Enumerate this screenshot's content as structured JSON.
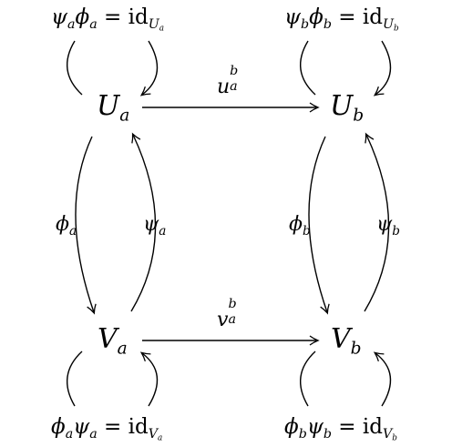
{
  "nodes": {
    "Ua": {
      "base": "U",
      "sub": "a"
    },
    "Ub": {
      "base": "U",
      "sub": "b"
    },
    "Va": {
      "base": "V",
      "sub": "a"
    },
    "Vb": {
      "base": "V",
      "sub": "b"
    }
  },
  "maps": {
    "u": {
      "base": "u",
      "sub": "a",
      "sup": "b"
    },
    "v": {
      "base": "v",
      "sub": "a",
      "sup": "b"
    },
    "phi_a": {
      "base": "ϕ",
      "sub": "a"
    },
    "psi_a": {
      "base": "ψ",
      "sub": "a"
    },
    "phi_b": {
      "base": "ϕ",
      "sub": "b"
    },
    "psi_b": {
      "base": "ψ",
      "sub": "b"
    }
  },
  "identities": {
    "top_left": {
      "first": "ψ",
      "first_sub": "a",
      "second": "ϕ",
      "second_sub": "a",
      "eq": "=",
      "id": "id",
      "space": "U",
      "space_sub": "a"
    },
    "top_right": {
      "first": "ψ",
      "first_sub": "b",
      "second": "ϕ",
      "second_sub": "b",
      "eq": "=",
      "id": "id",
      "space": "U",
      "space_sub": "b"
    },
    "bottom_left": {
      "first": "ϕ",
      "first_sub": "a",
      "second": "ψ",
      "second_sub": "a",
      "eq": "=",
      "id": "id",
      "space": "V",
      "space_sub": "a"
    },
    "bottom_right": {
      "first": "ϕ",
      "first_sub": "b",
      "second": "ψ",
      "second_sub": "b",
      "eq": "=",
      "id": "id",
      "space": "V",
      "space_sub": "b"
    }
  }
}
